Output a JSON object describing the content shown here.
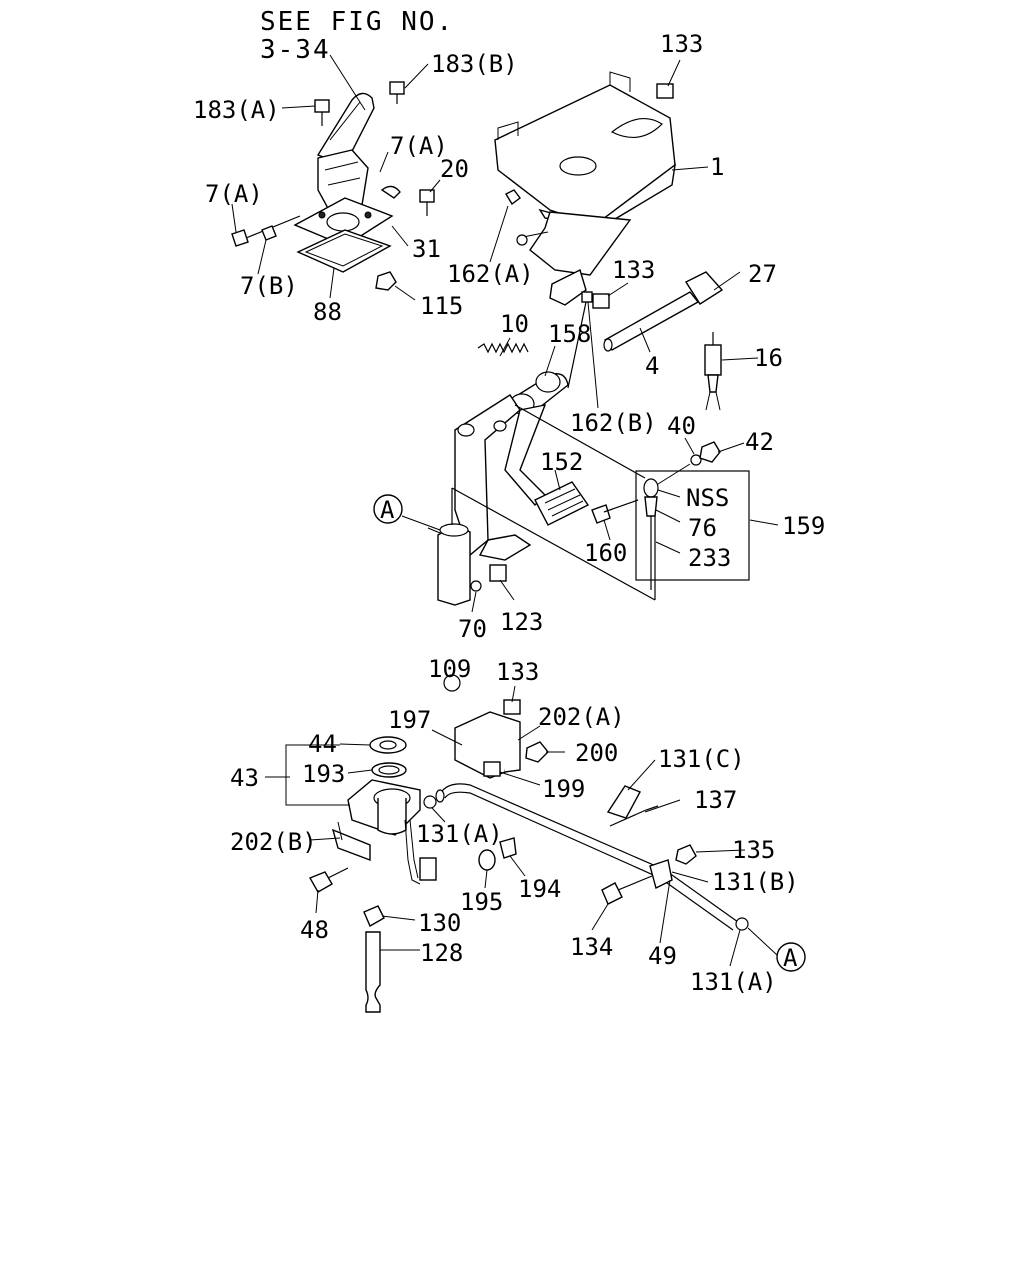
{
  "diagram": {
    "title_line1": "SEE FIG NO.",
    "title_line2": "3-34",
    "ref_marker": "A",
    "labels": {
      "p183b": "183(B)",
      "p183a": "183(A)",
      "p7a_1": "7(A)",
      "p20": "20",
      "p7a_2": "7(A)",
      "p31": "31",
      "p7b": "7(B)",
      "p88": "88",
      "p115": "115",
      "p133_1": "133",
      "p1": "1",
      "p162a": "162(A)",
      "p133_2": "133",
      "p27": "27",
      "p10": "10",
      "p158": "158",
      "p4": "4",
      "p16": "16",
      "p162b": "162(B)",
      "p40": "40",
      "p42": "42",
      "p152": "152",
      "nss": "NSS",
      "p76": "76",
      "p159": "159",
      "p160": "160",
      "p233": "233",
      "p70": "70",
      "p123": "123",
      "p109": "109",
      "p133_3": "133",
      "p197": "197",
      "p202a": "202(A)",
      "p44": "44",
      "p200": "200",
      "p43": "43",
      "p193": "193",
      "p131c": "131(C)",
      "p199": "199",
      "p137": "137",
      "p131a_1": "131(A)",
      "p202b": "202(B)",
      "p135": "135",
      "p194": "194",
      "p131b": "131(B)",
      "p195": "195",
      "p48": "48",
      "p130": "130",
      "p134": "134",
      "p49": "49",
      "p128": "128",
      "p131a_2": "131(A)"
    }
  }
}
